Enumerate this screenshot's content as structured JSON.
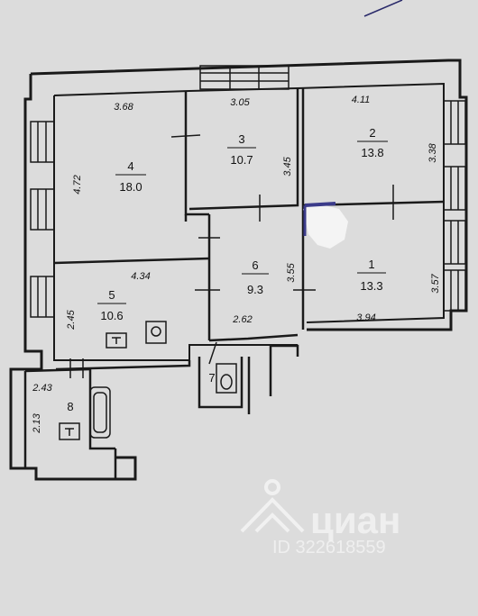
{
  "plan": {
    "rooms": [
      {
        "id": "room-1",
        "number": "1",
        "area": "13.3",
        "dims": [
          "3.57",
          "3.94"
        ]
      },
      {
        "id": "room-2",
        "number": "2",
        "area": "13.8",
        "dims": [
          "4.11",
          "3.38"
        ]
      },
      {
        "id": "room-3",
        "number": "3",
        "area": "10.7",
        "dims": [
          "3.05",
          "3.45"
        ]
      },
      {
        "id": "room-4",
        "number": "4",
        "area": "18.0",
        "dims": [
          "3.68",
          "4.72"
        ]
      },
      {
        "id": "room-5",
        "number": "5",
        "area": "10.6",
        "dims": [
          "4.34",
          "2.45"
        ]
      },
      {
        "id": "room-6",
        "number": "6",
        "area": "9.3",
        "dims": [
          "3.55",
          "2.62"
        ]
      },
      {
        "id": "room-7",
        "number": "7",
        "area": "",
        "dims": []
      },
      {
        "id": "room-8",
        "number": "8",
        "area": "",
        "dims": [
          "2.43",
          "2.13"
        ]
      }
    ]
  },
  "watermark": {
    "brand": "циан",
    "listing_id": "ID 322618559"
  },
  "colors": {
    "background": "#dcdcdc",
    "wall": "#1a1a1a",
    "watermark": "#ffffff"
  }
}
